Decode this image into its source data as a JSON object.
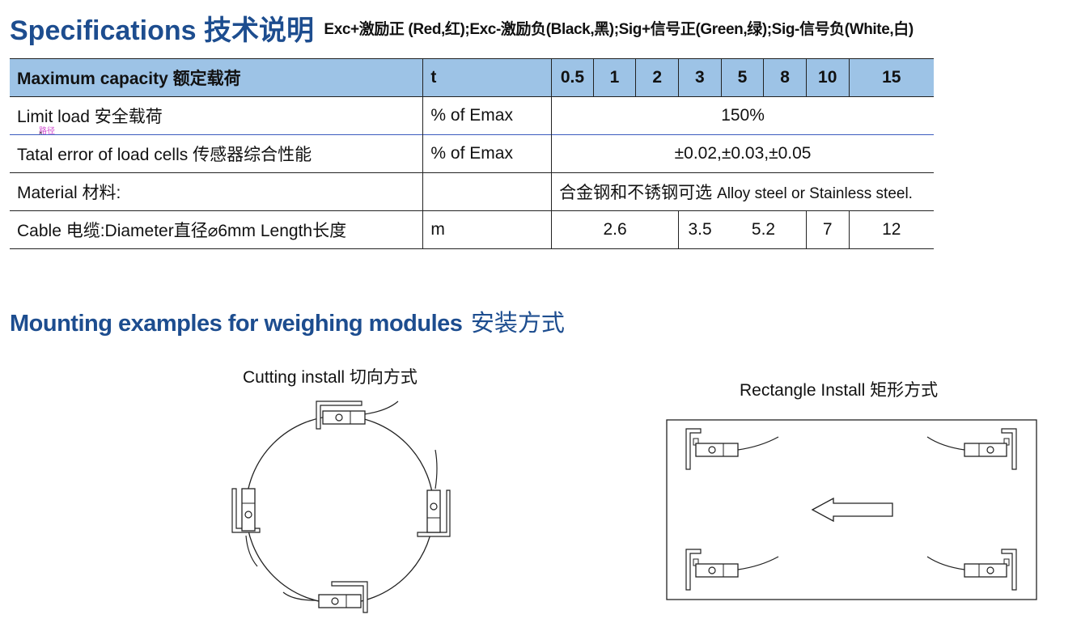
{
  "header": {
    "title": "Specifications 技术说明",
    "wiring": "Exc+激励正 (Red,红);Exc-激励负(Black,黑);Sig+信号正(Green,绿);Sig-信号负(White,白)"
  },
  "spec_table": {
    "header": {
      "label": "Maximum  capacity 额定载荷",
      "unit": "t",
      "capacities": [
        "0.5",
        "1",
        "2",
        "3",
        "5",
        "8",
        "10",
        "15"
      ]
    },
    "rows": {
      "limit_load": {
        "label": "Limit load 安全载荷",
        "unit": "% of Emax",
        "value": "150%"
      },
      "total_error": {
        "label": "Tatal error of load cells 传感器综合性能",
        "unit": "% of Emax",
        "value": "±0.02,±0.03,±0.05"
      },
      "material": {
        "label": "Material 材料:",
        "unit": "",
        "value_zh": "合金钢和不锈钢可选",
        "value_en": "Alloy steel or Stainless steel."
      },
      "cable": {
        "label": "Cable 电缆:Diameter直径⌀6mm Length长度",
        "unit": "m",
        "values": [
          "2.6",
          "3.5",
          "5.2",
          "7",
          "12"
        ]
      }
    }
  },
  "annotation": {
    "path_label": "路径"
  },
  "mounting": {
    "title_en": "Mounting examples for weighing modules",
    "title_zh": "安装方式",
    "cutting_caption": "Cutting install 切向方式",
    "rectangle_caption": "Rectangle Install 矩形方式"
  }
}
